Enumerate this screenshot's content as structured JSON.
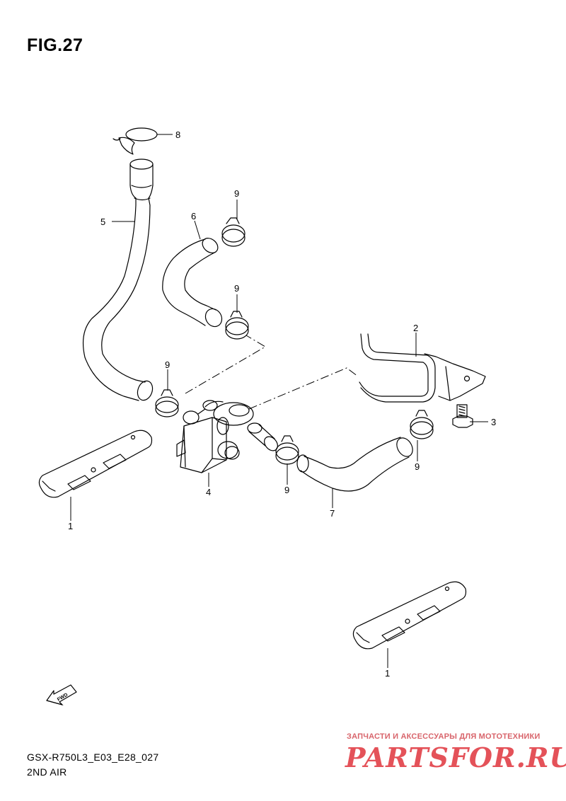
{
  "figure": {
    "title": "FIG.27"
  },
  "callouts": [
    {
      "id": "part-1-left",
      "label": "1"
    },
    {
      "id": "part-1-right",
      "label": "1"
    },
    {
      "id": "part-2",
      "label": "2"
    },
    {
      "id": "part-3",
      "label": "3"
    },
    {
      "id": "part-4",
      "label": "4"
    },
    {
      "id": "part-5",
      "label": "5"
    },
    {
      "id": "part-6",
      "label": "6"
    },
    {
      "id": "part-7",
      "label": "7"
    },
    {
      "id": "part-8",
      "label": "8"
    },
    {
      "id": "part-9-a",
      "label": "9"
    },
    {
      "id": "part-9-b",
      "label": "9"
    },
    {
      "id": "part-9-c",
      "label": "9"
    },
    {
      "id": "part-9-d",
      "label": "9"
    },
    {
      "id": "part-9-e",
      "label": "9"
    }
  ],
  "direction_arrow": {
    "label": "FWD"
  },
  "footer": {
    "model_code": "GSX-R750L3_E03_E28_027",
    "section_name": "2ND AIR"
  },
  "watermark": {
    "tagline": "ЗАПЧАСТИ И АКСЕССУАРЫ ДЛЯ МОТОТЕХНИКИ",
    "logo": "PARTSFOR.RU",
    "color": "#e0343d"
  }
}
